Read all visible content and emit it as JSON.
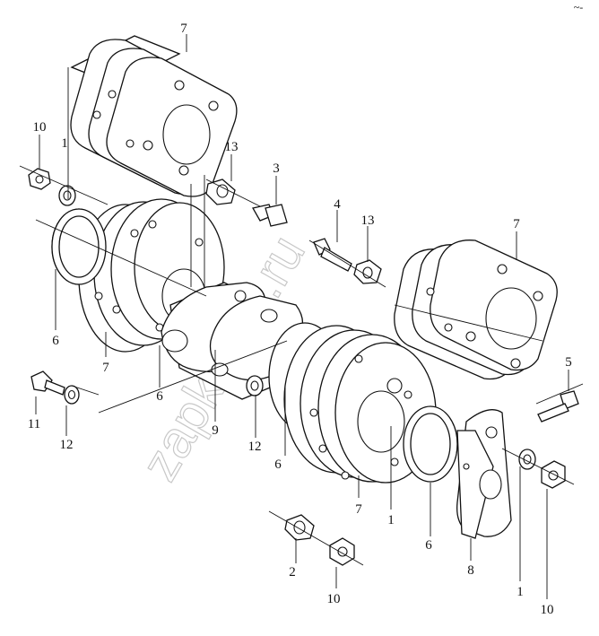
{
  "watermark": "zapkama.ru",
  "corner_mark": "~-",
  "callouts": [
    "1",
    "1",
    "1",
    "1",
    "2",
    "3",
    "4",
    "5",
    "6",
    "6",
    "6",
    "6",
    "7",
    "7",
    "7",
    "7",
    "8",
    "9",
    "10",
    "10",
    "10",
    "11",
    "12",
    "12",
    "13",
    "13"
  ]
}
